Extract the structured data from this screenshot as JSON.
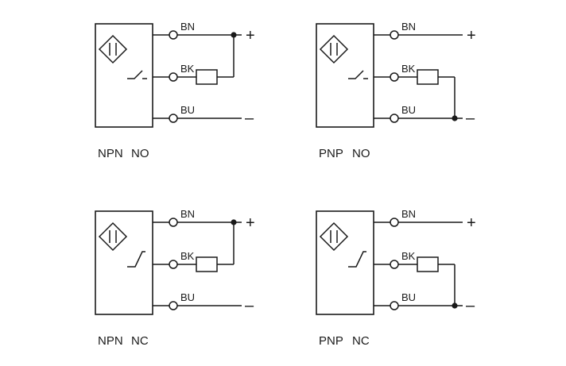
{
  "colors": {
    "line": "#1a1a1a",
    "background": "#ffffff"
  },
  "diagrams": [
    {
      "name": "npn-no",
      "caption_type": "NPN",
      "caption_contact": "NO",
      "contact": "no",
      "load_to": "positive",
      "wires": [
        {
          "label": "BN",
          "sign": "+"
        },
        {
          "label": "BK",
          "sign": ""
        },
        {
          "label": "BU",
          "sign": "–"
        }
      ]
    },
    {
      "name": "pnp-no",
      "caption_type": "PNP",
      "caption_contact": "NO",
      "contact": "no",
      "load_to": "negative",
      "wires": [
        {
          "label": "BN",
          "sign": "+"
        },
        {
          "label": "BK",
          "sign": ""
        },
        {
          "label": "BU",
          "sign": "–"
        }
      ]
    },
    {
      "name": "npn-nc",
      "caption_type": "NPN",
      "caption_contact": "NC",
      "contact": "nc",
      "load_to": "positive",
      "wires": [
        {
          "label": "BN",
          "sign": "+"
        },
        {
          "label": "BK",
          "sign": ""
        },
        {
          "label": "BU",
          "sign": "–"
        }
      ]
    },
    {
      "name": "pnp-nc",
      "caption_type": "PNP",
      "caption_contact": "NC",
      "contact": "nc",
      "load_to": "negative",
      "wires": [
        {
          "label": "BN",
          "sign": "+"
        },
        {
          "label": "BK",
          "sign": ""
        },
        {
          "label": "BU",
          "sign": "–"
        }
      ]
    }
  ]
}
